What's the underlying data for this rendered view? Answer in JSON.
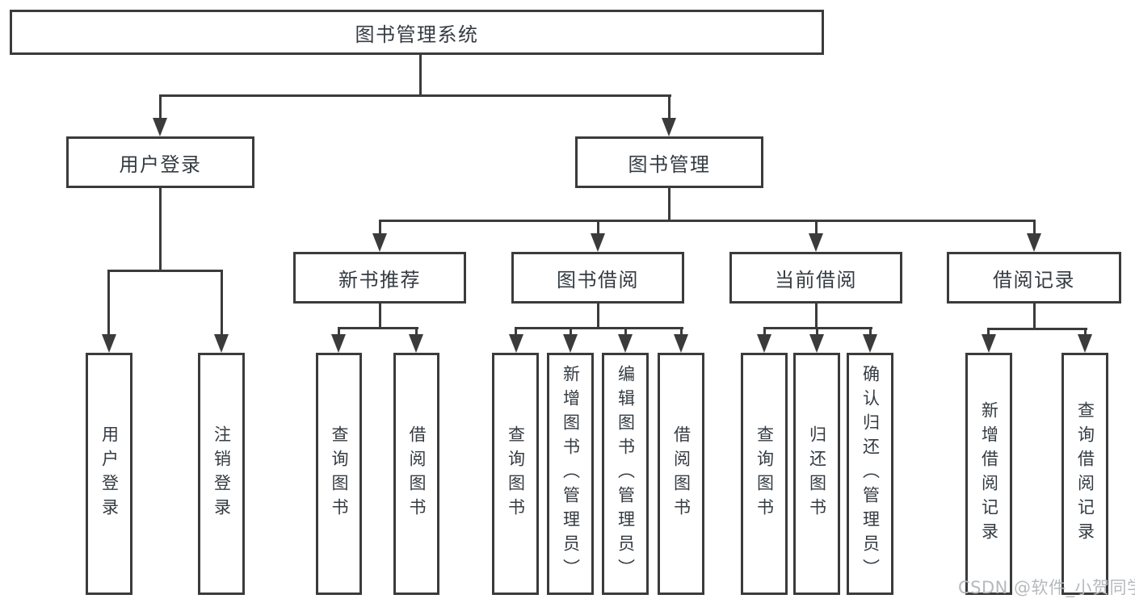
{
  "colors": {
    "line": "#3b3b3b",
    "node_border": "#3b3b3b",
    "node_text": "#343b42",
    "background": "#ffffff",
    "watermark": "#b6babd"
  },
  "tree": {
    "label": "图书管理系统",
    "children": [
      {
        "label": "用户登录",
        "children": [
          {
            "label": "用户登录"
          },
          {
            "label": "注销登录"
          }
        ]
      },
      {
        "label": "图书管理",
        "children": [
          {
            "label": "新书推荐",
            "children": [
              {
                "label": "查询图书"
              },
              {
                "label": "借阅图书"
              }
            ]
          },
          {
            "label": "图书借阅",
            "children": [
              {
                "label": "查询图书"
              },
              {
                "label": "新增图书（管理员）"
              },
              {
                "label": "编辑图书（管理员）"
              },
              {
                "label": "借阅图书"
              }
            ]
          },
          {
            "label": "当前借阅",
            "children": [
              {
                "label": "查询图书"
              },
              {
                "label": "归还图书"
              },
              {
                "label": "确认归还（管理员）"
              }
            ]
          },
          {
            "label": "借阅记录",
            "children": [
              {
                "label": "新增借阅记录"
              },
              {
                "label": "查询借阅记录"
              }
            ]
          }
        ]
      }
    ]
  },
  "watermark": "CSDN @软件_小贺同学"
}
